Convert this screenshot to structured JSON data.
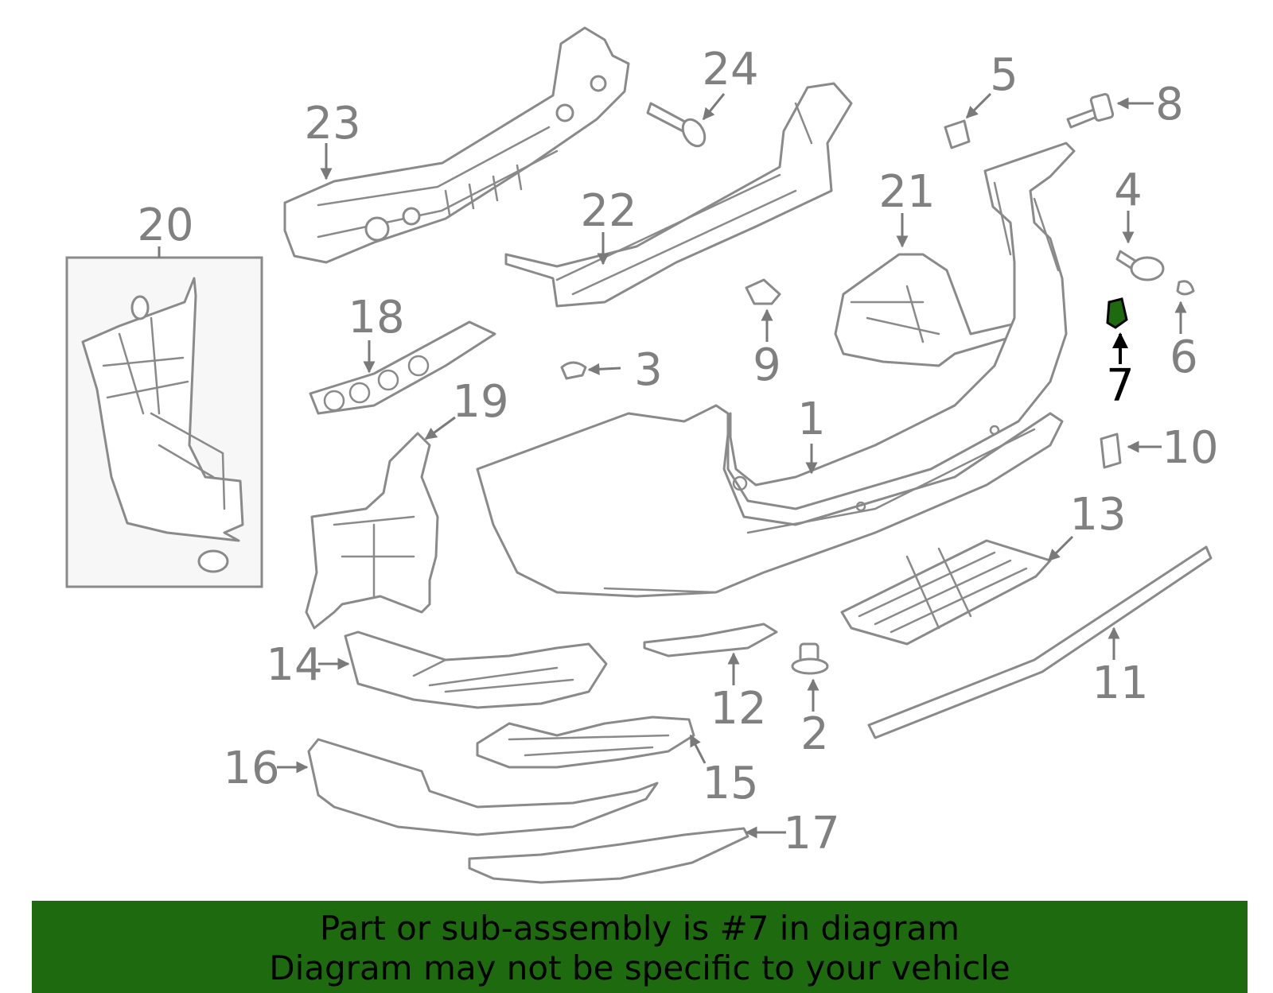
{
  "diagram": {
    "highlighted_part": "7",
    "highlight_color": "#1e6a0f",
    "callouts": [
      {
        "id": "1",
        "label": "1"
      },
      {
        "id": "2",
        "label": "2"
      },
      {
        "id": "3",
        "label": "3"
      },
      {
        "id": "4",
        "label": "4"
      },
      {
        "id": "5",
        "label": "5"
      },
      {
        "id": "6",
        "label": "6"
      },
      {
        "id": "7",
        "label": "7"
      },
      {
        "id": "8",
        "label": "8"
      },
      {
        "id": "9",
        "label": "9"
      },
      {
        "id": "10",
        "label": "10"
      },
      {
        "id": "11",
        "label": "11"
      },
      {
        "id": "12",
        "label": "12"
      },
      {
        "id": "13",
        "label": "13"
      },
      {
        "id": "14",
        "label": "14"
      },
      {
        "id": "15",
        "label": "15"
      },
      {
        "id": "16",
        "label": "16"
      },
      {
        "id": "17",
        "label": "17"
      },
      {
        "id": "18",
        "label": "18"
      },
      {
        "id": "19",
        "label": "19"
      },
      {
        "id": "20",
        "label": "20"
      },
      {
        "id": "21",
        "label": "21"
      },
      {
        "id": "22",
        "label": "22"
      },
      {
        "id": "23",
        "label": "23"
      },
      {
        "id": "24",
        "label": "24"
      }
    ]
  },
  "banner": {
    "line1": "Part or sub-assembly is #7 in diagram",
    "line2": "Diagram may not be specific to your vehicle",
    "background_color": "#1e6a0f"
  }
}
